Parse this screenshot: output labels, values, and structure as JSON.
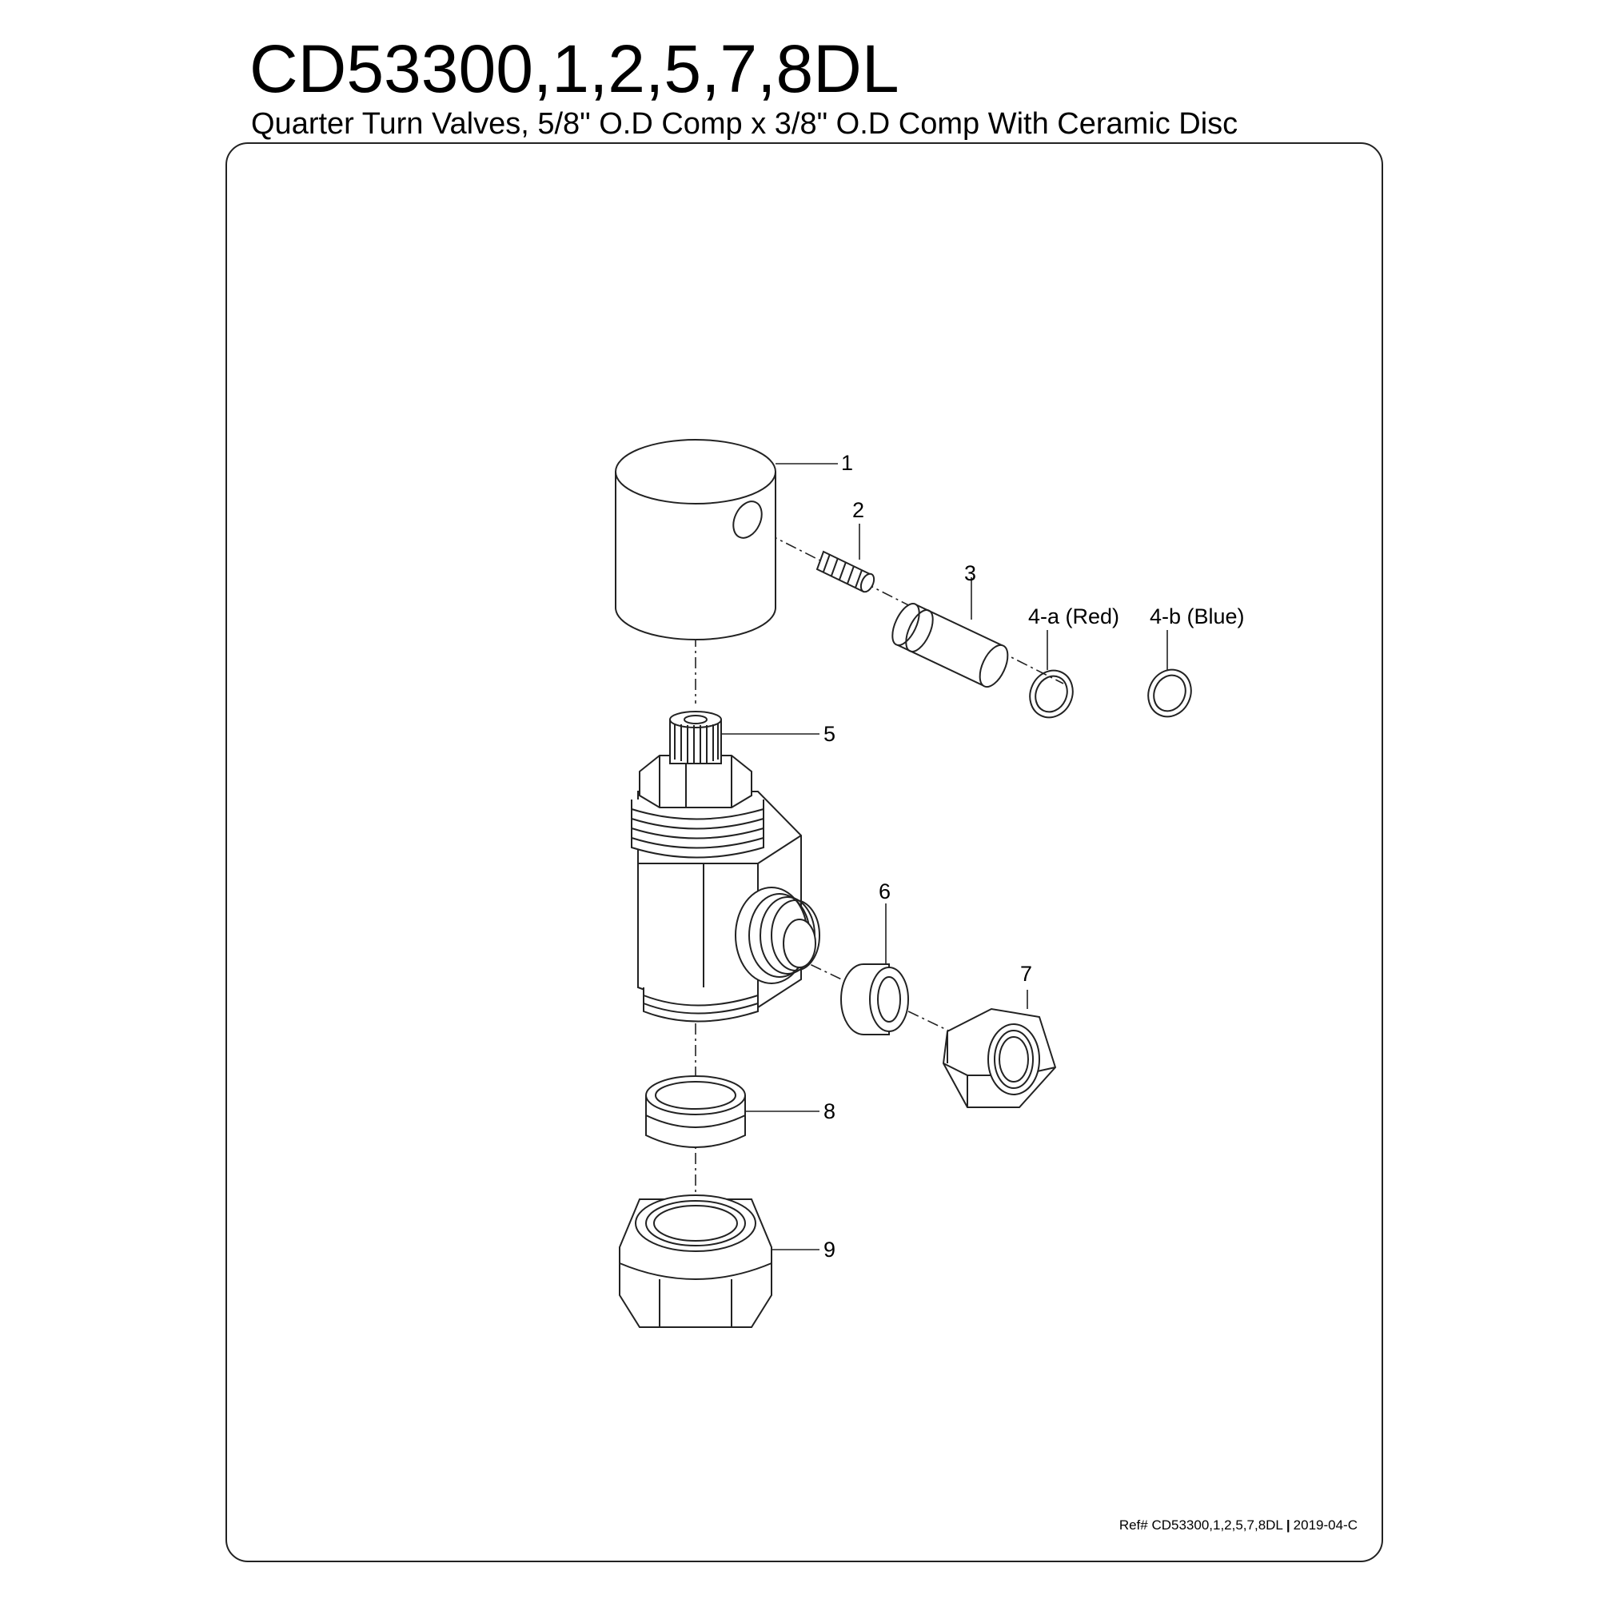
{
  "header": {
    "title": "CD53300,1,2,5,7,8DL",
    "subtitle": "Quarter Turn Valves, 5/8\" O.D Comp x 3/8\" O.D Comp With Ceramic Disc"
  },
  "callouts": {
    "p1": "1",
    "p2": "2",
    "p3": "3",
    "p4a": "4-a (Red)",
    "p4b": "4-b (Blue)",
    "p5": "5",
    "p6": "6",
    "p7": "7",
    "p8": "8",
    "p9": "9"
  },
  "footer": {
    "ref": "Ref# CD53300,1,2,5,7,8DL",
    "separator": "|",
    "revision": "2019-04-C"
  }
}
